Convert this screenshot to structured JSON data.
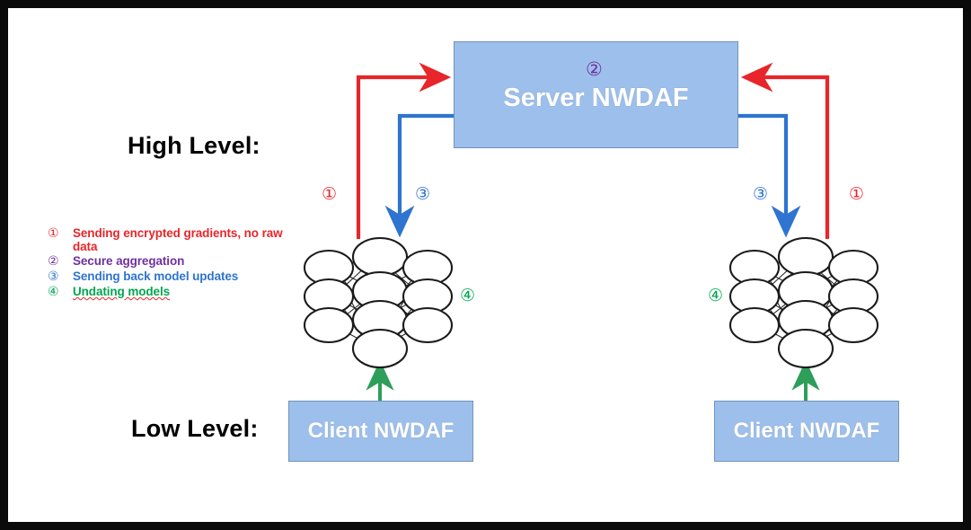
{
  "diagram": {
    "title_labels": {
      "high_level": "High Level:",
      "low_level": "Low Level:"
    },
    "nodes": {
      "server": {
        "label": "Server NWDAF",
        "marker": "②",
        "marker_color": "#7030a0",
        "fill": "#9DBFEB"
      },
      "client_left": {
        "label": "Client NWDAF",
        "fill": "#9DBFEB"
      },
      "client_right": {
        "label": "Client NWDAF",
        "fill": "#9DBFEB"
      }
    },
    "flow_markers": {
      "left_up": "①",
      "left_down": "③",
      "right_down": "③",
      "right_up": "①",
      "left_update": "④",
      "right_update": "④"
    },
    "legend": [
      {
        "num": "①",
        "text": "Sending encrypted gradients, no raw data",
        "color": "#e8252a",
        "spellcheck_underline": false
      },
      {
        "num": "②",
        "text": "Secure aggregation",
        "color": "#7030a0",
        "spellcheck_underline": false
      },
      {
        "num": "③",
        "text": "Sending back model updates",
        "color": "#2e74d0",
        "spellcheck_underline": false
      },
      {
        "num": "④",
        "text": "Undating models",
        "color": "#00a651",
        "spellcheck_underline": true
      }
    ],
    "colors": {
      "arrow_gradients": "#e8252a",
      "arrow_updates": "#2e74d0",
      "arrow_local_update": "#2e9e5b",
      "aggregation": "#7030a0",
      "box_fill": "#9DBFEB",
      "frame": "#0a0a0a"
    }
  }
}
